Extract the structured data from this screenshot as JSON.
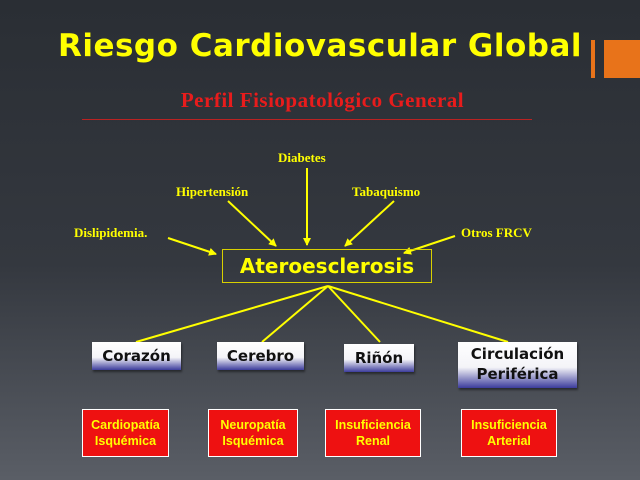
{
  "slide": {
    "title": "Riesgo Cardiovascular Global",
    "subtitle": "Perfil Fisiopatológico General",
    "accent_colors": {
      "title": "#ffff00",
      "subtitle": "#e81c1c",
      "decoration": "#e8731a",
      "outcome_box": "#ee1111"
    }
  },
  "risk_factors": {
    "diabetes": "Diabetes",
    "hipertension": "Hipertensión",
    "tabaquismo": "Tabaquismo",
    "dislipidemia": "Dislipidemia.",
    "otros": "Otros FRCV"
  },
  "central": {
    "label": "Ateroesclerosis"
  },
  "organs": {
    "corazon": {
      "label": "Corazón"
    },
    "cerebro": {
      "label": "Cerebro"
    },
    "rinon": {
      "label": "Riñón"
    },
    "circulacion": {
      "line1": "Circulación",
      "line2": "Periférica"
    }
  },
  "outcomes": {
    "cardiopatia": {
      "line1": "Cardiopatía",
      "line2": "Isquémica"
    },
    "neuropatia": {
      "line1": "Neuropatía",
      "line2": "Isquémica"
    },
    "ins_renal": {
      "line1": "Insuficiencia",
      "line2": "Renal"
    },
    "ins_arterial": {
      "line1": "Insuficiencia",
      "line2": "Arterial"
    }
  }
}
